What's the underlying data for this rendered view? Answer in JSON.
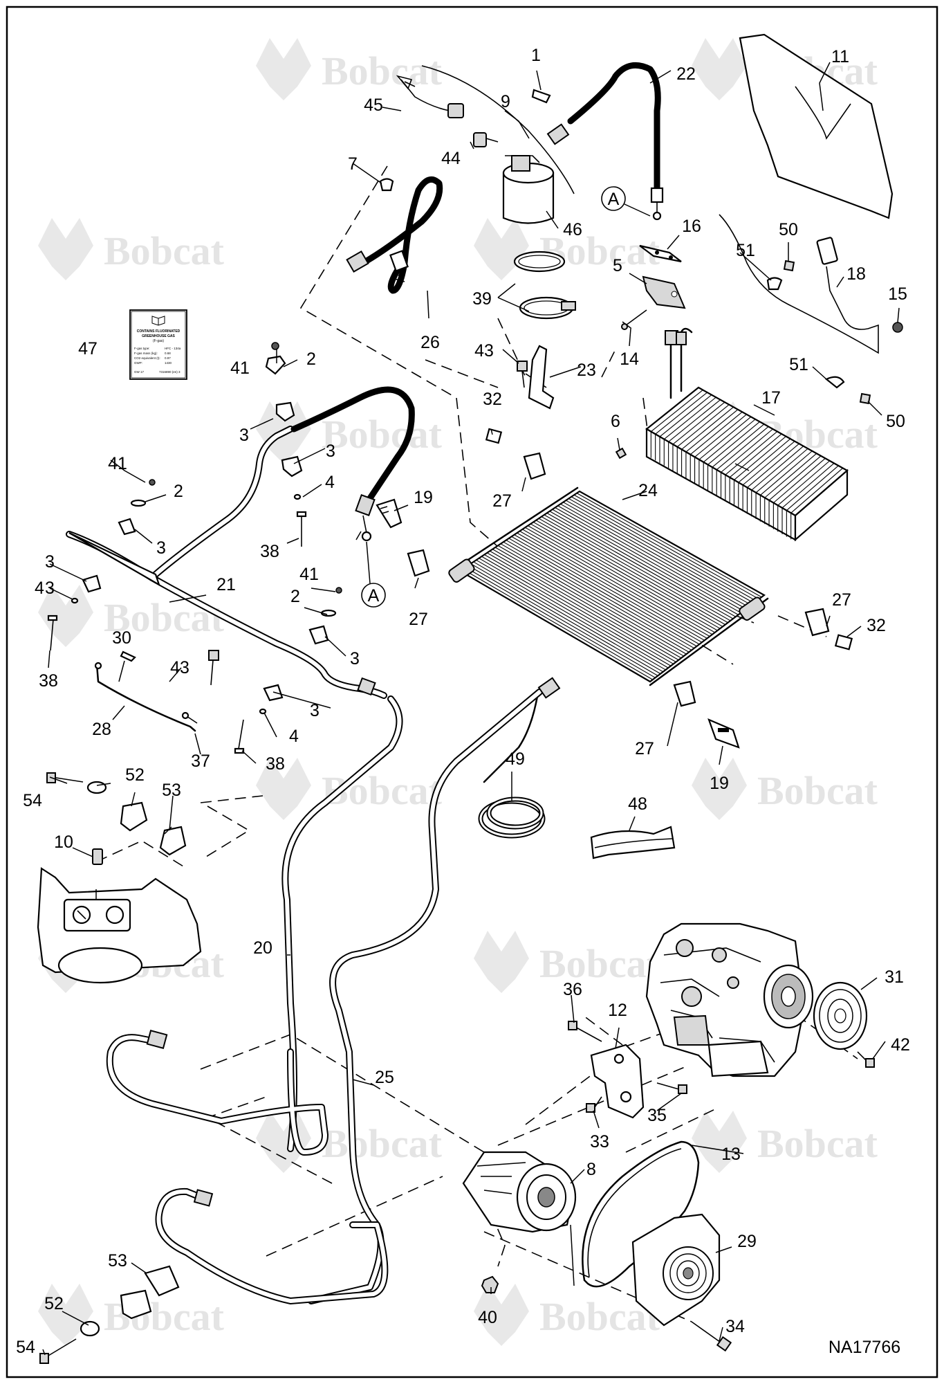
{
  "diagram": {
    "brand_watermark": "Bobcat",
    "drawing_number": "NA17766",
    "decal_47": {
      "line1": "CONTAINS FLUORINATED",
      "line2": "GREENHOUSE GAS",
      "line3": "(F-gas)",
      "rows": [
        [
          "F-gas type:",
          "HFC - 134a"
        ],
        [
          "F-gas mass (kg):",
          "0.68"
        ],
        [
          "CO2 equivalent (t):",
          "0.97"
        ],
        [
          "GWP:",
          "1430"
        ],
        [
          "GW 17",
          "7316890 (en) 3"
        ]
      ]
    },
    "callouts": [
      {
        "n": "1"
      },
      {
        "n": "2"
      },
      {
        "n": "2"
      },
      {
        "n": "2"
      },
      {
        "n": "3"
      },
      {
        "n": "3"
      },
      {
        "n": "3"
      },
      {
        "n": "3"
      },
      {
        "n": "3"
      },
      {
        "n": "3"
      },
      {
        "n": "3"
      },
      {
        "n": "4"
      },
      {
        "n": "4"
      },
      {
        "n": "4"
      },
      {
        "n": "5"
      },
      {
        "n": "6"
      },
      {
        "n": "7"
      },
      {
        "n": "8"
      },
      {
        "n": "9"
      },
      {
        "n": "10"
      },
      {
        "n": "11"
      },
      {
        "n": "12"
      },
      {
        "n": "13"
      },
      {
        "n": "14"
      },
      {
        "n": "15"
      },
      {
        "n": "16"
      },
      {
        "n": "17"
      },
      {
        "n": "18"
      },
      {
        "n": "19"
      },
      {
        "n": "19"
      },
      {
        "n": "20"
      },
      {
        "n": "21"
      },
      {
        "n": "22"
      },
      {
        "n": "23"
      },
      {
        "n": "24"
      },
      {
        "n": "25"
      },
      {
        "n": "26"
      },
      {
        "n": "27"
      },
      {
        "n": "27"
      },
      {
        "n": "27"
      },
      {
        "n": "27"
      },
      {
        "n": "28"
      },
      {
        "n": "29"
      },
      {
        "n": "30"
      },
      {
        "n": "31"
      },
      {
        "n": "32"
      },
      {
        "n": "32"
      },
      {
        "n": "33"
      },
      {
        "n": "34"
      },
      {
        "n": "35"
      },
      {
        "n": "36"
      },
      {
        "n": "37"
      },
      {
        "n": "38"
      },
      {
        "n": "38"
      },
      {
        "n": "38"
      },
      {
        "n": "39"
      },
      {
        "n": "40"
      },
      {
        "n": "41"
      },
      {
        "n": "41"
      },
      {
        "n": "41"
      },
      {
        "n": "42"
      },
      {
        "n": "43"
      },
      {
        "n": "43"
      },
      {
        "n": "44"
      },
      {
        "n": "45"
      },
      {
        "n": "46"
      },
      {
        "n": "47"
      },
      {
        "n": "48"
      },
      {
        "n": "49"
      },
      {
        "n": "50"
      },
      {
        "n": "50"
      },
      {
        "n": "51"
      },
      {
        "n": "51"
      },
      {
        "n": "52"
      },
      {
        "n": "52"
      },
      {
        "n": "53"
      },
      {
        "n": "53"
      },
      {
        "n": "54"
      },
      {
        "n": "54"
      }
    ],
    "connection_marker": "A"
  }
}
